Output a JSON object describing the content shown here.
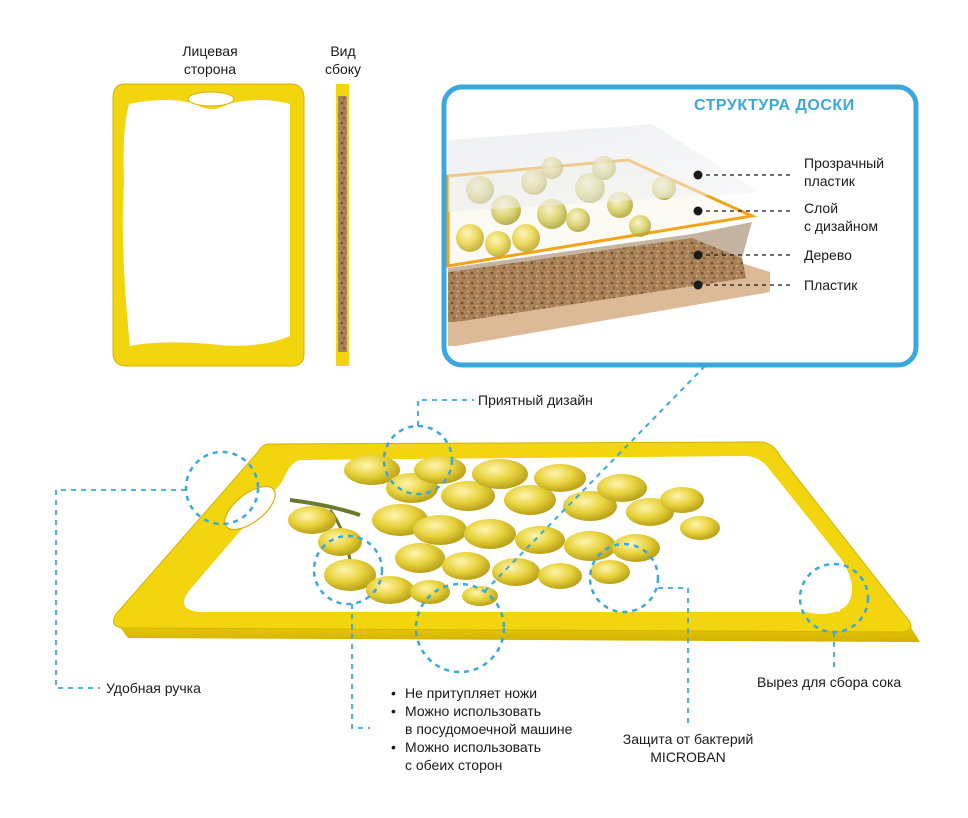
{
  "colors": {
    "frame_yellow": "#f2d40f",
    "frame_yellow_dark": "#d8b800",
    "accent_blue": "#3aa8dc",
    "wood": "#a9835a",
    "grape": "#e6cf3a",
    "text": "#1a1a1a"
  },
  "top": {
    "front_label": [
      "Лицевая",
      "сторона"
    ],
    "side_label": [
      "Вид",
      "сбоку"
    ]
  },
  "structure": {
    "title": "СТРУКТУРА ДОСКИ",
    "layers": [
      {
        "lines": [
          "Прозрачный",
          "пластик"
        ]
      },
      {
        "lines": [
          "Слой",
          "с дизайном"
        ]
      },
      {
        "lines": [
          "Дерево"
        ]
      },
      {
        "lines": [
          "Пластик"
        ]
      }
    ]
  },
  "callouts": {
    "design": "Приятный дизайн",
    "handle": "Удобная ручка",
    "juice": "Вырез для сбора сока",
    "microban": [
      "Защита от бактерий",
      "MICROBAN"
    ],
    "features": [
      {
        "lines": [
          "Не притупляет ножи"
        ]
      },
      {
        "lines": [
          "Можно использовать",
          "в посудомоечной машине"
        ]
      },
      {
        "lines": [
          "Можно использовать",
          "с обеих сторон"
        ]
      }
    ]
  }
}
